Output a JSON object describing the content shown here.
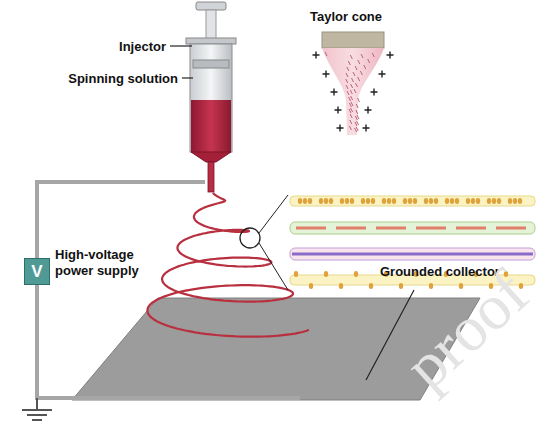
{
  "diagram": {
    "nodes": [
      {
        "text": [
          "V",
          "High-voltage power supply"
        ]
      }
    ],
    "labels": [
      "Injector",
      "Spinning solution",
      "Taylor cone",
      "Grounded collector",
      "proof"
    ]
  }
}
